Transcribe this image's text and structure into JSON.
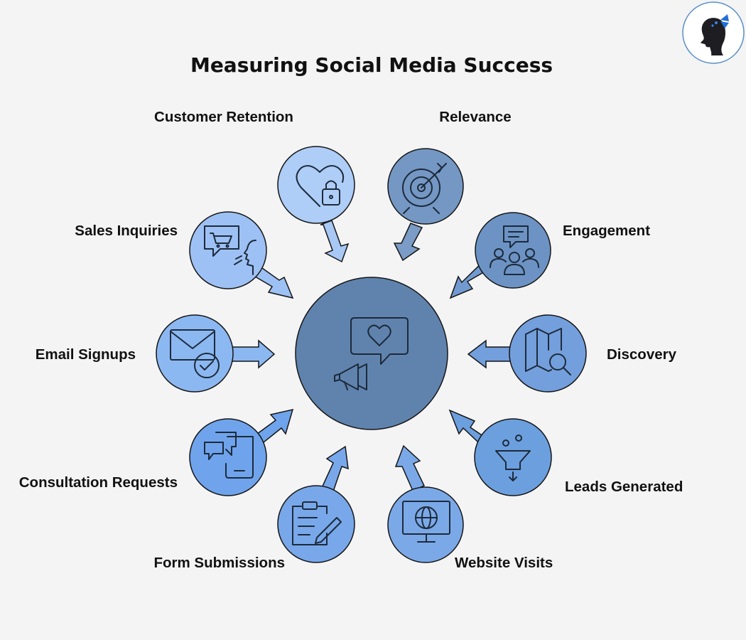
{
  "title": "Measuring Social Media Success",
  "colors": {
    "center": "#6083ae",
    "sky": "#aecdf7",
    "light": "#9dc1f4",
    "medium": "#7aa9e7",
    "steel": "#7497c4",
    "dark_steel": "#6c93c4"
  },
  "center": {
    "icon": "chat-heart-megaphone-icon"
  },
  "nodes": [
    {
      "id": "customer-retention",
      "label": "Customer Retention",
      "icon": "heart-lock-icon"
    },
    {
      "id": "relevance",
      "label": "Relevance",
      "icon": "target-arrow-icon"
    },
    {
      "id": "engagement",
      "label": "Engagement",
      "icon": "group-chat-icon"
    },
    {
      "id": "discovery",
      "label": "Discovery",
      "icon": "map-search-icon"
    },
    {
      "id": "leads-generated",
      "label": "Leads Generated",
      "icon": "funnel-icon"
    },
    {
      "id": "website-visits",
      "label": "Website Visits",
      "icon": "monitor-globe-icon"
    },
    {
      "id": "form-submissions",
      "label": "Form Submissions",
      "icon": "clipboard-pen-icon"
    },
    {
      "id": "consultation-requests",
      "label": "Consultation Requests",
      "icon": "phone-chat-icon"
    },
    {
      "id": "email-signups",
      "label": "Email Signups",
      "icon": "envelope-check-icon"
    },
    {
      "id": "sales-inquiries",
      "label": "Sales Inquiries",
      "icon": "cart-speech-icon"
    }
  ],
  "logo": {
    "icon": "butterfly-silhouette-logo"
  }
}
